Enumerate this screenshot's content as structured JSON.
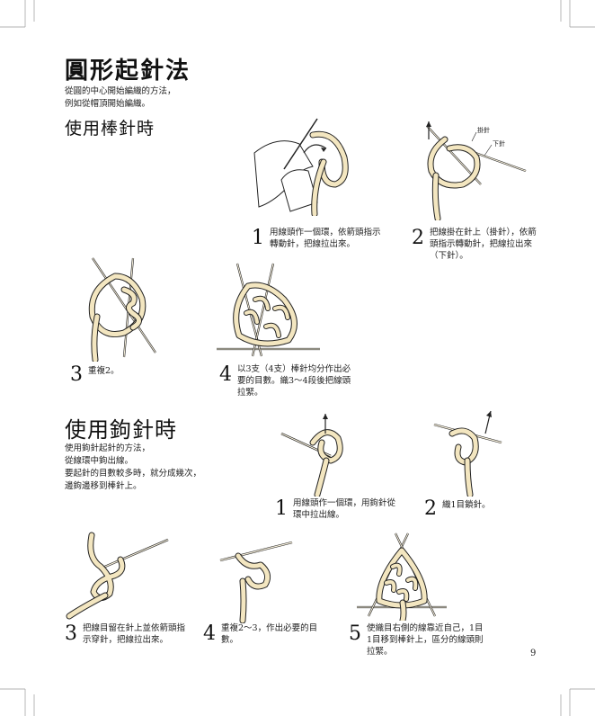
{
  "title": "圓形起針法",
  "intro": [
    "從圓的中心開始編織的方法，",
    "例如從帽頂開始編織。"
  ],
  "section_knit": {
    "heading": "使用棒針時",
    "labels": {
      "hook": "掛針",
      "down": "下針"
    },
    "steps": [
      {
        "num": "1",
        "lines": [
          "用線頭作一個環，依箭頭指示",
          "轉動針，把線拉出來。"
        ]
      },
      {
        "num": "2",
        "lines": [
          "把線掛在針上（掛針），依箭",
          "頭指示轉動針，把線拉出來",
          "（下針）。"
        ]
      },
      {
        "num": "3",
        "lines": [
          "重複2。"
        ]
      },
      {
        "num": "4",
        "lines": [
          "以3支（4支）棒針均分作出必",
          "要的目數。織3～4段後把線頭",
          "拉緊。"
        ]
      }
    ]
  },
  "section_crochet": {
    "heading": "使用鉤針時",
    "intro": [
      "使用鉤針起針的方法，",
      "從線環中鉤出線。",
      "要起針的目數較多時，就分成幾次，",
      "邊鉤邊移到棒針上。"
    ],
    "steps": [
      {
        "num": "1",
        "lines": [
          "用線頭作一個環，用鉤針從",
          "環中拉出線。"
        ]
      },
      {
        "num": "2",
        "lines": [
          "織1目鎖針。"
        ]
      },
      {
        "num": "3",
        "lines": [
          "把線目留在針上並依箭頭指",
          "示穿針，把線拉出來。"
        ]
      },
      {
        "num": "4",
        "lines": [
          "重複2～3，作出必要的目",
          "數。"
        ]
      },
      {
        "num": "5",
        "lines": [
          "使織目右側的線靠近自己，1目",
          "1目移到棒針上，區分的線頭則",
          "拉緊。"
        ]
      }
    ]
  },
  "page_number": "9"
}
